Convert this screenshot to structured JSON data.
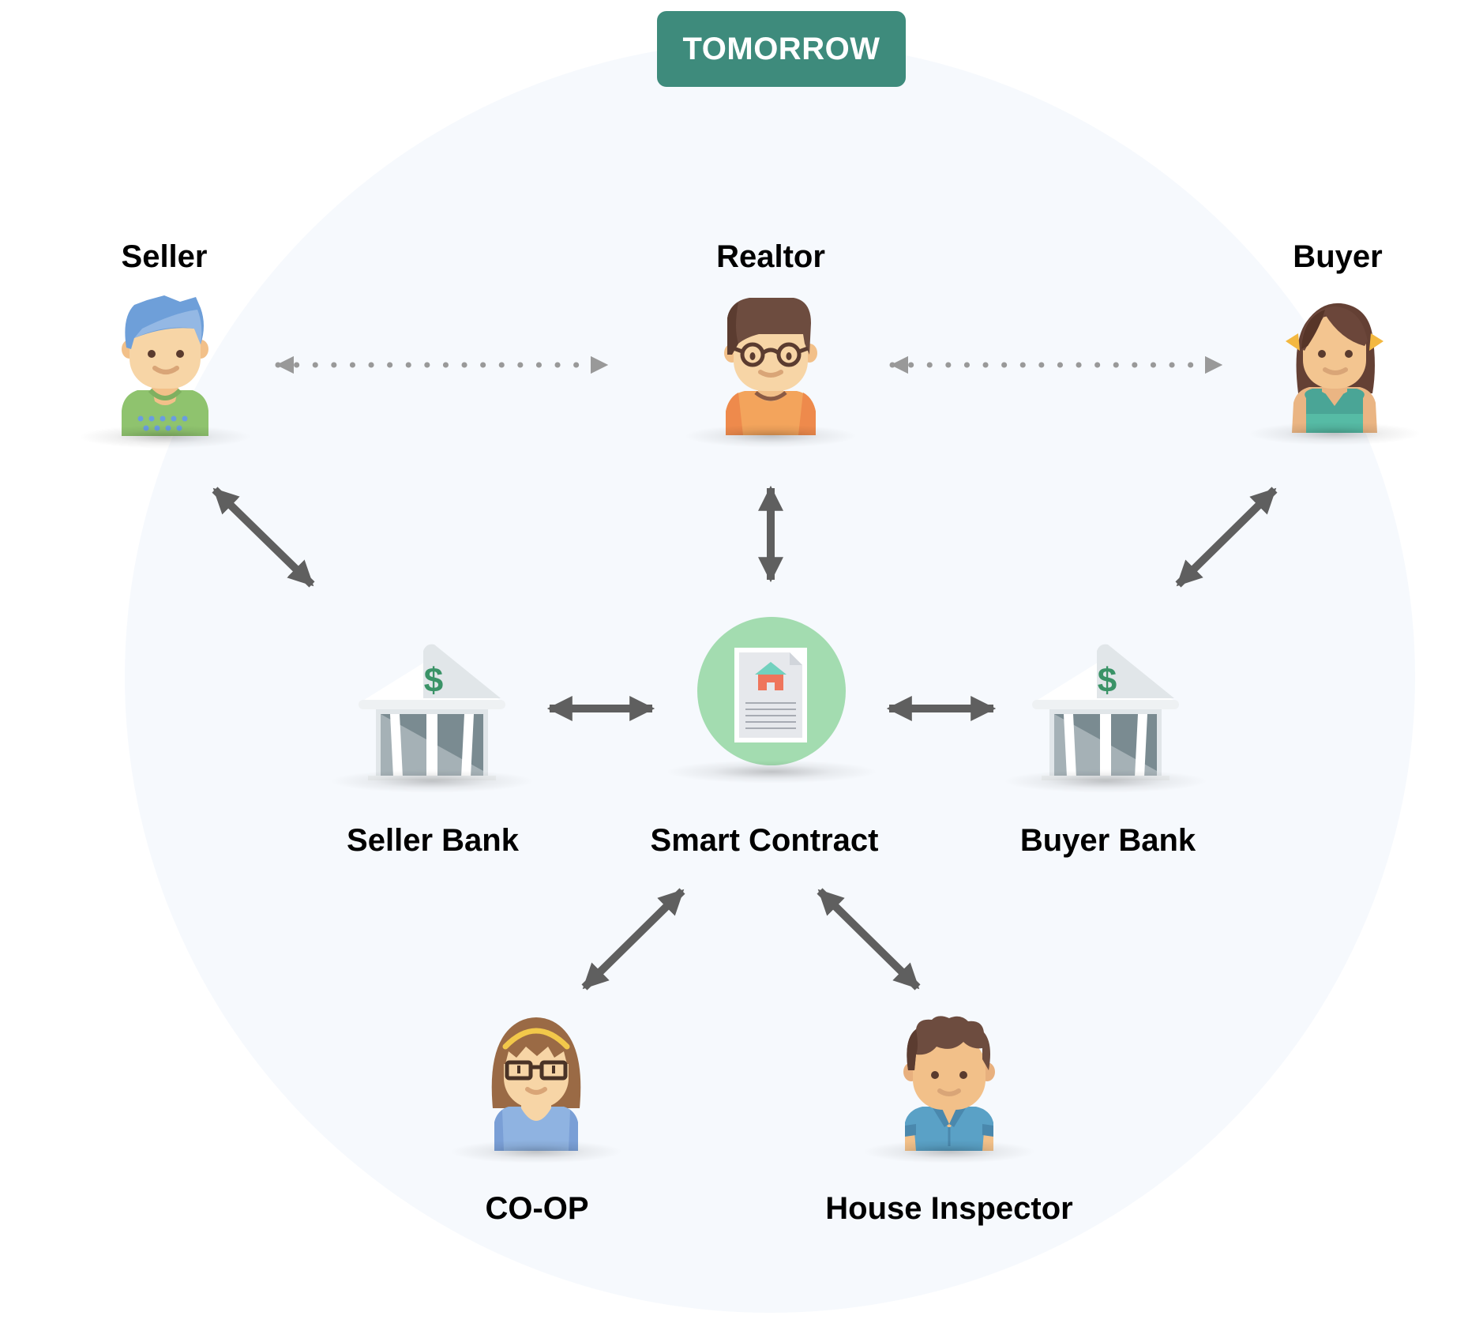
{
  "header": {
    "badge_label": "TOMORROW"
  },
  "colors": {
    "badge": "#3e8b7c",
    "arrow": "#5f5f5f",
    "dotted_arrow": "#999999",
    "background_circle": "#f6f9fd",
    "contract_circle": "#a3dcb0"
  },
  "nodes": {
    "seller": {
      "label": "Seller",
      "icon": "person-blue-hair-icon"
    },
    "realtor": {
      "label": "Realtor",
      "icon": "person-glasses-icon"
    },
    "buyer": {
      "label": "Buyer",
      "icon": "person-girl-icon"
    },
    "seller_bank": {
      "label": "Seller Bank",
      "icon": "bank-icon"
    },
    "smart_contract": {
      "label": "Smart Contract",
      "icon": "contract-document-icon"
    },
    "buyer_bank": {
      "label": "Buyer Bank",
      "icon": "bank-icon"
    },
    "coop": {
      "label": "CO-OP",
      "icon": "person-woman-glasses-icon"
    },
    "house_inspector": {
      "label": "House Inspector",
      "icon": "person-curly-hair-icon"
    }
  },
  "connections": [
    {
      "from": "Seller",
      "to": "Realtor",
      "style": "dotted",
      "direction": "both"
    },
    {
      "from": "Realtor",
      "to": "Buyer",
      "style": "dotted",
      "direction": "both"
    },
    {
      "from": "Seller",
      "to": "Seller Bank",
      "style": "solid",
      "direction": "both"
    },
    {
      "from": "Realtor",
      "to": "Smart Contract",
      "style": "solid",
      "direction": "both"
    },
    {
      "from": "Buyer",
      "to": "Buyer Bank",
      "style": "solid",
      "direction": "both"
    },
    {
      "from": "Seller Bank",
      "to": "Smart Contract",
      "style": "solid",
      "direction": "both"
    },
    {
      "from": "Smart Contract",
      "to": "Buyer Bank",
      "style": "solid",
      "direction": "both"
    },
    {
      "from": "Smart Contract",
      "to": "CO-OP",
      "style": "solid",
      "direction": "both"
    },
    {
      "from": "Smart Contract",
      "to": "House Inspector",
      "style": "solid",
      "direction": "both"
    }
  ]
}
